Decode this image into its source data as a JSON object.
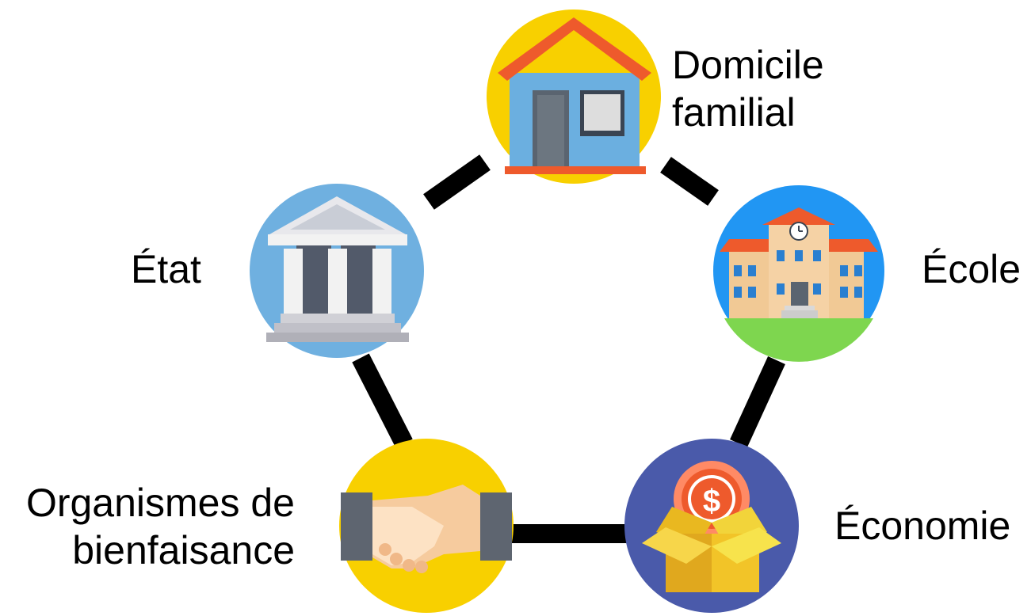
{
  "nodes": {
    "home": {
      "line1": "Domicile",
      "line2": "familial",
      "icon": "house-icon"
    },
    "school": {
      "label": "École",
      "icon": "school-building-icon"
    },
    "state": {
      "label": "État",
      "icon": "government-building-icon"
    },
    "economy": {
      "label": "Économie",
      "icon": "money-box-icon"
    },
    "charity": {
      "line1": "Organismes de",
      "line2": "bienfaisance",
      "icon": "handshake-icon"
    }
  },
  "colors": {
    "home_circle": "#F8D000",
    "school_circle": "#2196F3",
    "state_circle": "#6FB0E0",
    "economy_circle": "#4A5AAA",
    "charity_circle": "#F8D000",
    "connector": "#000000"
  }
}
